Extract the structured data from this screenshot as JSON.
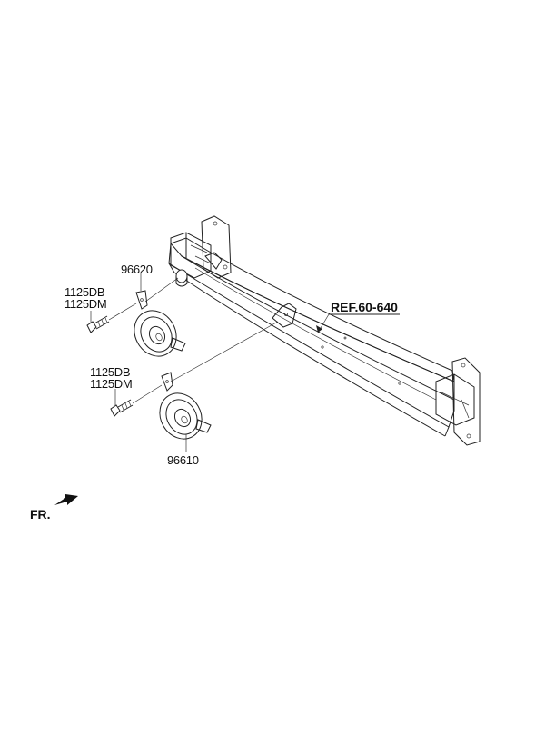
{
  "labels": {
    "horn_high": "96620",
    "horn_low": "96610",
    "bolt_upper_1": "1125DB",
    "bolt_upper_2": "1125DM",
    "bolt_lower_1": "1125DB",
    "bolt_lower_2": "1125DM",
    "reference": "REF.60-640",
    "front": "FR."
  },
  "colors": {
    "line": "#222222",
    "background": "#ffffff"
  }
}
